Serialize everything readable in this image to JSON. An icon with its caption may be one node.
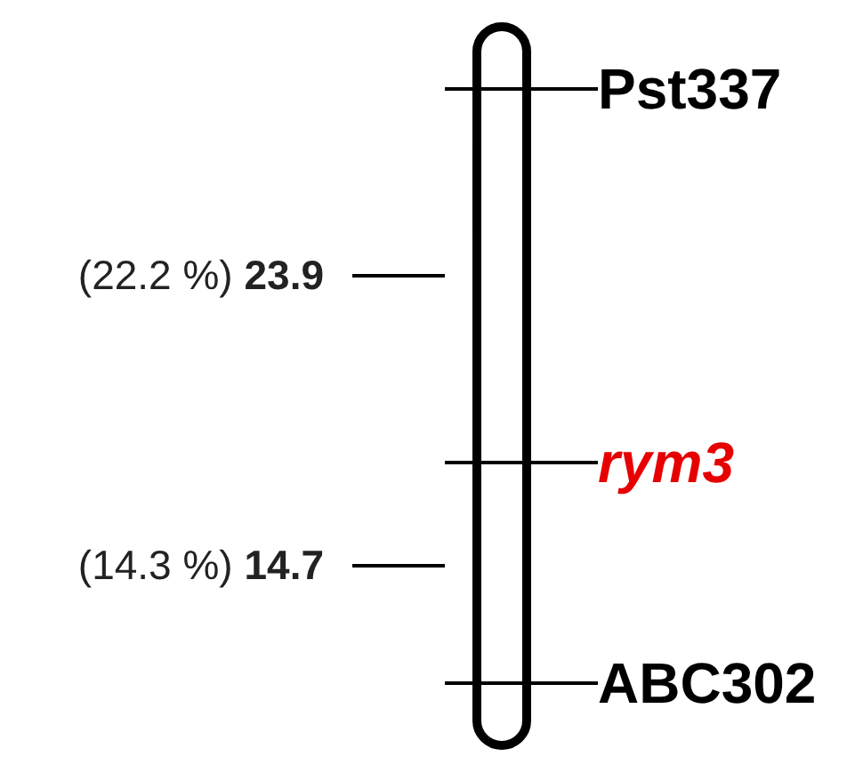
{
  "diagram": {
    "nodes": [
      {
        "text": [],
        "shape": "bar"
      },
      {
        "text": [
          "Pst337"
        ]
      },
      {
        "text": [
          "(22.2 %) **23.9**"
        ]
      },
      {
        "text": [
          "rym3"
        ]
      },
      {
        "text": [
          "(14.3 %) **14.7**"
        ]
      },
      {
        "text": [
          "ABC302"
        ]
      }
    ],
    "edges": [
      {
        "from": 1,
        "to": 0,
        "arrow": "none"
      },
      {
        "from": 2,
        "to": 0,
        "arrow": "none"
      },
      {
        "from": 3,
        "to": 0,
        "arrow": "none"
      },
      {
        "from": 4,
        "to": 0,
        "arrow": "none"
      },
      {
        "from": 5,
        "to": 0,
        "arrow": "none"
      }
    ]
  }
}
